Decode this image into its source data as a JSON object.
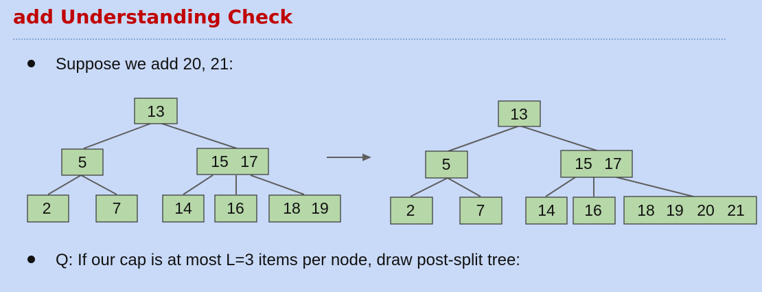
{
  "slide": {
    "title": "add Understanding Check",
    "bullet_1": "Suppose we add 20, 21:",
    "bullet_2": "Q: If our cap is at most L=3 items per node, draw post-split tree:"
  },
  "diagram": {
    "before_tree": {
      "root": [
        "13"
      ],
      "children": [
        {
          "keys": [
            "5"
          ],
          "children": [
            [
              "2"
            ],
            [
              "7"
            ]
          ]
        },
        {
          "keys": [
            "15",
            "17"
          ],
          "children": [
            [
              "14"
            ],
            [
              "16"
            ],
            [
              "18",
              "19"
            ]
          ]
        }
      ]
    },
    "after_tree": {
      "root": [
        "13"
      ],
      "children": [
        {
          "keys": [
            "5"
          ],
          "children": [
            [
              "2"
            ],
            [
              "7"
            ]
          ]
        },
        {
          "keys": [
            "15",
            "17"
          ],
          "children": [
            [
              "14"
            ],
            [
              "16"
            ],
            [
              "18",
              "19",
              "20",
              "21"
            ]
          ]
        }
      ]
    },
    "arrow": "right",
    "colors": {
      "node_fill": "#b6d7a8",
      "node_border": "#3f3f3f",
      "edge": "#5f5f5f"
    }
  }
}
